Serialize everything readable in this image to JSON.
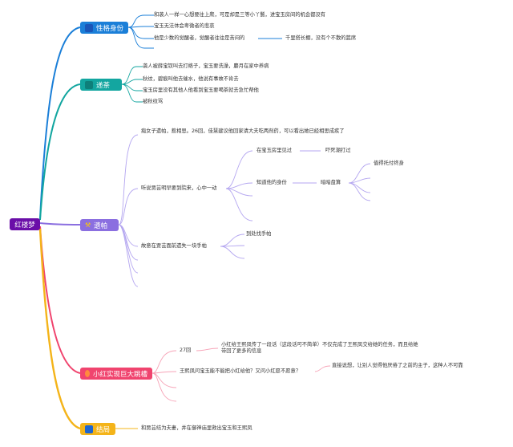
{
  "root": {
    "label": "红楼梦",
    "color": "#6a0ea8"
  },
  "colors": {
    "blue": "#1b7fd8",
    "teal": "#13a6a0",
    "purple": "#8b6fe0",
    "red": "#f0446e",
    "orange": "#f4b41a"
  },
  "branches": {
    "b1": {
      "label": "性格身份",
      "icon": "blue-square-icon",
      "items": [
        "和袭人一样一心想要往上爬，可是却是三等小丫鬟，进宝玉房间的机会都没有",
        "宝玉无法体会卑微者的悲哀",
        "他是少数的觉醒者，觉醒者往往是苦闷的",
        "千里搭长棚，没有个不散的筵席"
      ]
    },
    "b2": {
      "label": "递茶",
      "icon": "teal-square-icon",
      "items": [
        "袭人被薛宝钗叫去打络子，宝玉要洗澡，麝月在家中养病",
        "秋纹，碧痕叫他去催水，他说有事故不肯去",
        "宝玉房里没有其他人他看到宝玉要喝茶就去急忙帮他",
        "被秋纹骂"
      ]
    },
    "b3": {
      "label": "遗帕",
      "icon": "hammer-icon",
      "items": [
        "痴女子遗帕，惹相思。26回，佳慧建议他回家请大夫吃两剂药，可以看出她已经相思成疾了",
        "听说贾芸明早要到院来，心中一动",
        "在宝玉房里见过",
        "吓死潮打过",
        "知道他的身份",
        "暗暗盘算",
        "值得托付终身",
        "故意在贾芸面前遗失一块手帕",
        "到处找手帕"
      ]
    },
    "b4": {
      "label": "小红实现巨大跳槽",
      "icon": "red-dot-icon",
      "items": [
        "27回",
        "小红给王熙凤传了一段话（这段话可不简单）不仅完成了王熙凤交给她的任务，而且给她带回了更多的信息",
        "王熙凤问宝玉能不能把小红给他？又问小红愿不愿意？",
        "直接说想，让别人觉得他厌倦了之前的主子，这种人不可靠"
      ]
    },
    "b5": {
      "label": "结局",
      "icon": "blue-square-icon",
      "items": [
        "和贾芸结为夫妻，并在御神庙里救出宝玉和王熙凤"
      ]
    }
  }
}
